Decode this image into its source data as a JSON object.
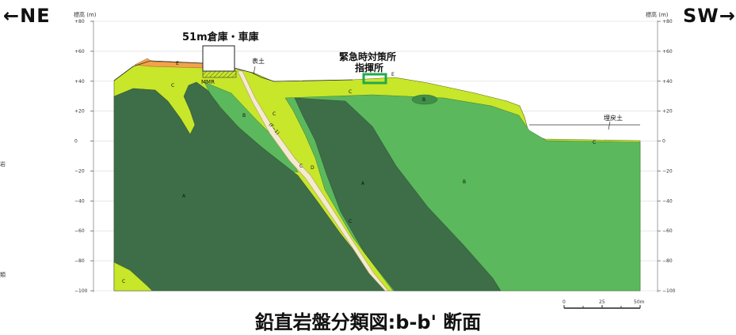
{
  "direction_left": "←NE",
  "direction_right": "SW→",
  "axis": {
    "unit_label_left": "標高 (m)",
    "unit_label_right": "標高 (m)",
    "ticks_left": [
      "+80",
      "+60",
      "+40",
      "+20",
      "0",
      "−20",
      "−40",
      "−60",
      "−80",
      "−100"
    ],
    "ticks_right": [
      "+80",
      "+60",
      "+40",
      "+20",
      "0",
      "−20",
      "−40",
      "−60",
      "−80",
      "−100"
    ],
    "tick_values": [
      80,
      60,
      40,
      20,
      0,
      -20,
      -40,
      -60,
      -80,
      -100
    ]
  },
  "labels": {
    "warehouse": "51m倉庫・車庫",
    "emergency_line1": "緊急時対策所",
    "emergency_line2": "指揮所",
    "topsoil": "表土",
    "backfill": "埋戻土",
    "mmr": "MMR",
    "fault": "(F−1)",
    "e_left": "E",
    "e_right": "E",
    "class_a_1": "A",
    "class_a_2": "A",
    "class_b_1": "B",
    "class_b_2": "B",
    "class_b_3": "B",
    "class_c_1": "C",
    "class_c_2": "C",
    "class_c_3": "C",
    "class_c_4": "C",
    "class_c_5": "C",
    "class_c_6": "C",
    "class_c_7": "C",
    "class_d": "D"
  },
  "scale": {
    "labels": [
      "0",
      "25",
      "50m"
    ]
  },
  "edge_text": {
    "left_1": "岩",
    "left_2": "類"
  },
  "caption": "鉛直岩盤分類図:b-b' 断面",
  "colors": {
    "class_a": "#3d6e48",
    "class_b": "#5cb85c",
    "class_c": "#c8e62a",
    "class_d": "#f4ead0",
    "class_e": "#f2a24a",
    "emergency_box": "#1faa4a",
    "grid": "#d8d8d8"
  }
}
